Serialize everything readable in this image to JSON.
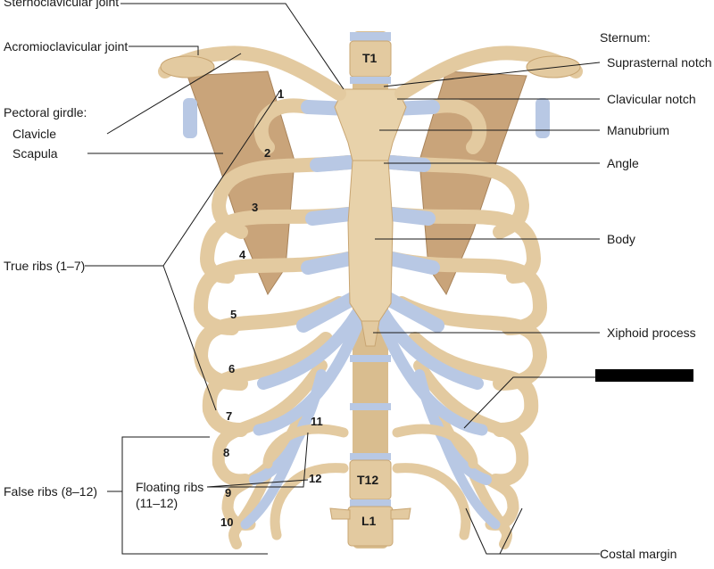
{
  "labels": {
    "sternoclavicular_joint": "Sternoclavicular joint",
    "acromioclavicular_joint": "Acromioclavicular joint",
    "pectoral_girdle": "Pectoral girdle:",
    "clavicle": "Clavicle",
    "scapula": "Scapula",
    "true_ribs": "True ribs (1–7)",
    "false_ribs": "False ribs (8–12)",
    "floating_ribs": "Floating ribs",
    "floating_ribs_range": "(11–12)",
    "sternum": "Sternum:",
    "suprasternal_notch": "Suprasternal notch",
    "clavicular_notch": "Clavicular notch",
    "manubrium": "Manubrium",
    "angle": "Angle",
    "body": "Body",
    "xiphoid_process": "Xiphoid process",
    "costal_margin": "Costal margin"
  },
  "vertebrae": {
    "t1": "T1",
    "t12": "T12",
    "l1": "L1"
  },
  "rib_numbers": [
    "1",
    "2",
    "3",
    "4",
    "5",
    "6",
    "7",
    "8",
    "9",
    "10",
    "11",
    "12"
  ],
  "colors": {
    "bone": "#e3caa0",
    "bone_shade": "#c8a572",
    "cartilage": "#b8c8e4",
    "muscle": "#c9a47a",
    "leader": "#1a1a1a"
  }
}
